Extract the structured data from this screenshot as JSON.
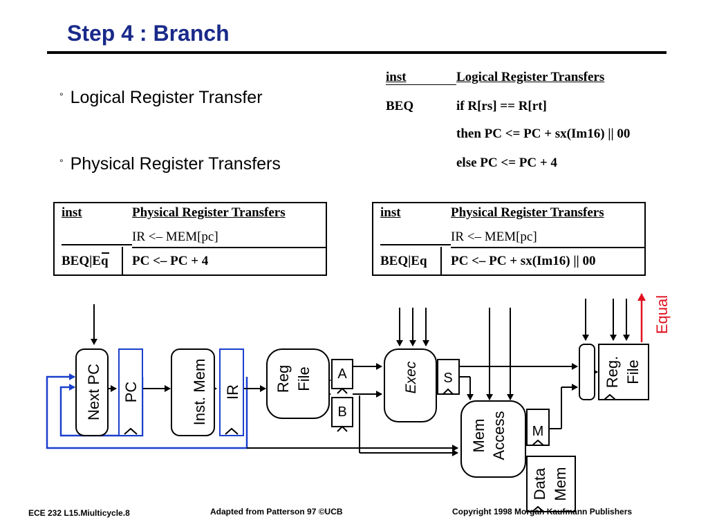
{
  "slide": {
    "title": "Step 4 : Branch",
    "bullets": [
      "Logical Register Transfer",
      "Physical Register Transfers"
    ],
    "bullet_mark": "°"
  },
  "logical_table": {
    "header": [
      "inst",
      "Logical Register Transfers"
    ],
    "rows": [
      [
        "BEQ",
        "if R[rs] == R[rt]"
      ],
      [
        "",
        "then PC <= PC + sx(Im16) || 00"
      ],
      [
        "",
        "else PC <= PC + 4"
      ]
    ]
  },
  "physical_left": {
    "header": [
      "inst",
      "Physical Register Transfers"
    ],
    "row1": [
      "",
      "IR <– MEM[pc]"
    ],
    "row2": [
      "BEQ|Eq",
      "PC <– PC + 4"
    ]
  },
  "physical_right": {
    "header": [
      "inst",
      "Physical Register Transfers"
    ],
    "row1": [
      "",
      "IR <– MEM[pc]"
    ],
    "row2": [
      "BEQ|Eq",
      "PC <– PC + sx(Im16) || 00"
    ]
  },
  "datapath": {
    "labels": {
      "next_pc": "Next PC",
      "pc": "PC",
      "inst_mem": "Inst. Mem",
      "ir": "IR",
      "reg_file_1": "Reg",
      "reg_file_2": "File",
      "a": "A",
      "b": "B",
      "exec": "Exec",
      "s": "S",
      "mem_access_1": "Mem",
      "mem_access_2": "Access",
      "m": "M",
      "data_mem_1": "Data",
      "data_mem_2": "Mem",
      "reg_file_out_1": "Reg.",
      "reg_file_out_2": "File",
      "equal": "Equal"
    },
    "colors": {
      "feedback": "#1a3fcc",
      "equal": "#e01020",
      "stroke": "#000000"
    }
  },
  "footer": {
    "left": "ECE 232  L15.Miulticycle.8",
    "center": "Adapted from Patterson 97 ©UCB",
    "right": "Copyright 1998 Morgan Kaufmann Publishers"
  }
}
